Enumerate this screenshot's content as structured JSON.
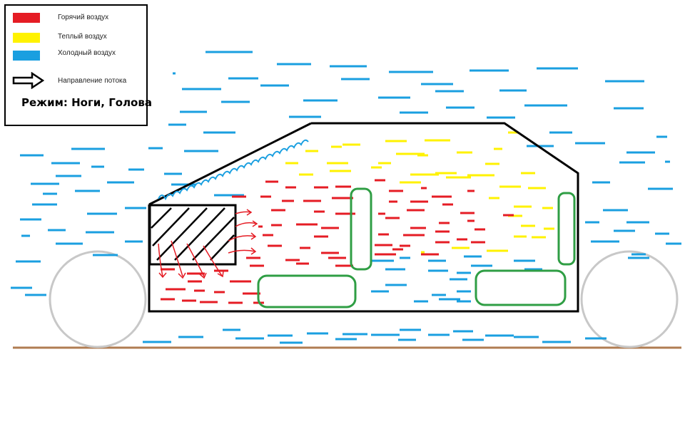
{
  "colors": {
    "hot": "#e51c24",
    "warm": "#fff200",
    "cold": "#1a9fe0",
    "seat": "#2f9e44",
    "wheel": "#c8c8c8",
    "ground": "#b07c52",
    "outline": "#000000"
  },
  "legend": {
    "hot_label": "Горячий воздух",
    "warm_label": "Теплый воздух",
    "cold_label": "Холодный воздух",
    "flow_label": "Направление потока",
    "flow_icon": "outline-arrow-right-icon"
  },
  "mode": "Режим: Ноги, Голова"
}
